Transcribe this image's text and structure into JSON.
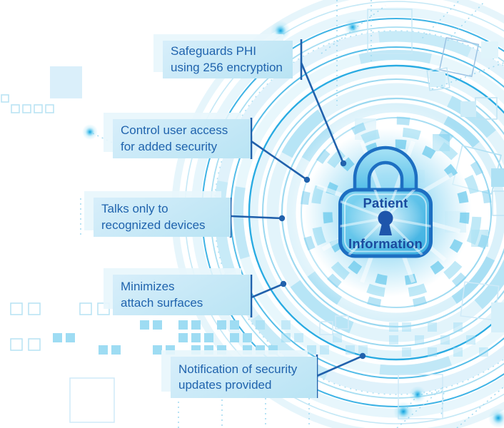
{
  "lock": {
    "label_top": "Patient",
    "label_bottom": "Information"
  },
  "callouts": [
    {
      "line1": "Safeguards PHI",
      "line2": "using 256 encryption"
    },
    {
      "line1": "Control user access",
      "line2": "for added security"
    },
    {
      "line1": "Talks only to",
      "line2": "recognized devices"
    },
    {
      "line1": "Minimizes",
      "line2": "attach surfaces"
    },
    {
      "line1": "Notification of security",
      "line2": "updates provided"
    }
  ],
  "colors": {
    "callout_text": "#1f63ad",
    "callout_fill_start": "#d7eefa",
    "callout_fill_end": "#b9e4f4",
    "callout_ghost": "#e8f6fc",
    "connector": "#2161ac",
    "lock_border": "#1d6fc2",
    "lock_text": "#1a4b9f",
    "keyhole": "#1e55ab",
    "accent_cyan": "#29abe2"
  }
}
